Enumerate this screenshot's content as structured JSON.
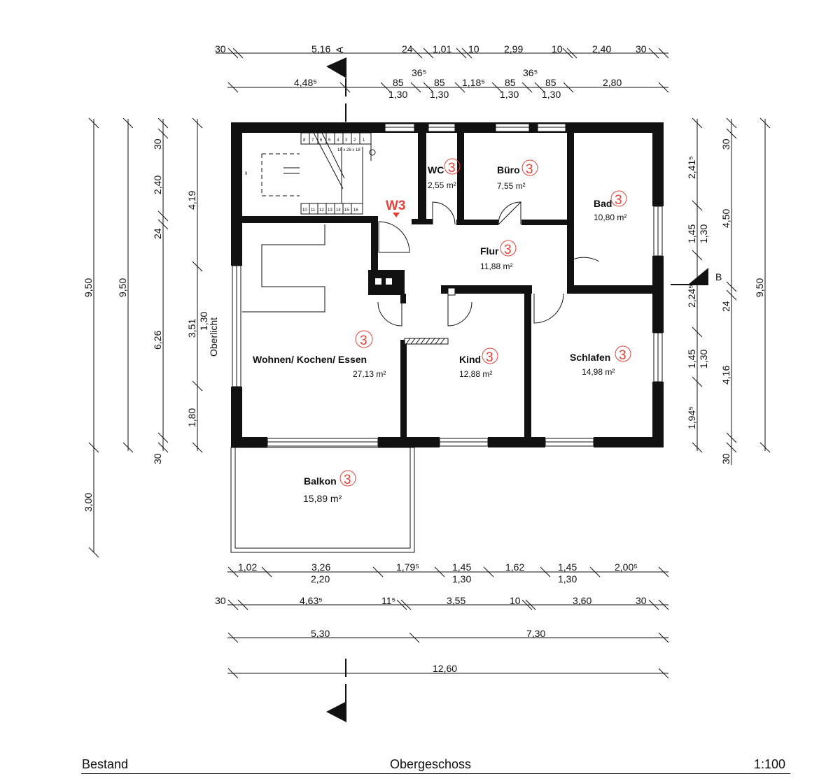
{
  "footer": {
    "left": "Bestand",
    "center": "Obergeschoss",
    "right": "1:100"
  },
  "sections": {
    "a": "A",
    "b": "B"
  },
  "rooms": {
    "wc": {
      "name": "WC",
      "area": "2,55 m²",
      "marker": "3"
    },
    "buero": {
      "name": "Büro",
      "area": "7,55 m²",
      "marker": "3"
    },
    "bad": {
      "name": "Bad",
      "area": "10,80 m²",
      "marker": "3"
    },
    "flur": {
      "name": "Flur",
      "area": "11,88 m²",
      "marker": "3"
    },
    "wohnen": {
      "name": "Wohnen/ Kochen/ Essen",
      "area": "27,13 m²",
      "marker": "3"
    },
    "kind": {
      "name": "Kind",
      "area": "12,88 m²",
      "marker": "3"
    },
    "schlafen": {
      "name": "Schlafen",
      "area": "14,98 m²",
      "marker": "3"
    },
    "balkon": {
      "name": "Balkon",
      "area": "15,89 m²",
      "marker": "3"
    }
  },
  "window_marker": "W3",
  "oberlicht": "Oberlicht",
  "stair_label": "16 x 26 x 18",
  "stair_steps_top": [
    "8",
    "7",
    "6",
    "5",
    "4",
    "3",
    "2",
    "1"
  ],
  "stair_steps_bottom": [
    "10",
    "11",
    "12",
    "13",
    "14",
    "15",
    "16"
  ],
  "stair_landing": "9",
  "dims_top_1": [
    "30",
    "5,16",
    "24",
    "1,01",
    "10",
    "2,99",
    "10",
    "2,40",
    "30"
  ],
  "dims_top_2": [
    "4,48⁵",
    "85",
    "85",
    "1,18⁵",
    "85",
    "85",
    "2,80"
  ],
  "dims_top_2_sub": [
    "1,30",
    "1,30",
    "1,30",
    "1,30"
  ],
  "dims_top_2_sup": [
    "36⁵",
    "36⁵"
  ],
  "dims_bottom_1": [
    "1,02",
    "3,26",
    "1,79⁵",
    "1,45",
    "1,62",
    "1,45",
    "2,00⁵"
  ],
  "dims_bottom_1_sub": [
    "2,20",
    "1,30",
    "1,30"
  ],
  "dims_bottom_2": [
    "30",
    "4,63⁵",
    "11⁵",
    "3,55",
    "10",
    "3,60",
    "30"
  ],
  "dims_bottom_3": [
    "5,30",
    "7,30"
  ],
  "dims_bottom_4": [
    "12,60"
  ],
  "dims_left_1": [
    "9,50",
    "3,00"
  ],
  "dims_left_2": [
    "9,50"
  ],
  "dims_left_3": [
    "30",
    "2,40",
    "24",
    "6,26",
    "30"
  ],
  "dims_left_4": [
    "4,19",
    "3,51",
    "1,80"
  ],
  "dims_left_4_sub": [
    "1,30"
  ],
  "dims_right_1": [
    "2,41⁵",
    "1,45",
    "2,24⁵",
    "1,45",
    "1,94⁵"
  ],
  "dims_right_1_sub": [
    "1,30",
    "1,30"
  ],
  "dims_right_2": [
    "30",
    "4,50",
    "24",
    "4,16",
    "30"
  ],
  "dims_right_3": [
    "9,50"
  ]
}
